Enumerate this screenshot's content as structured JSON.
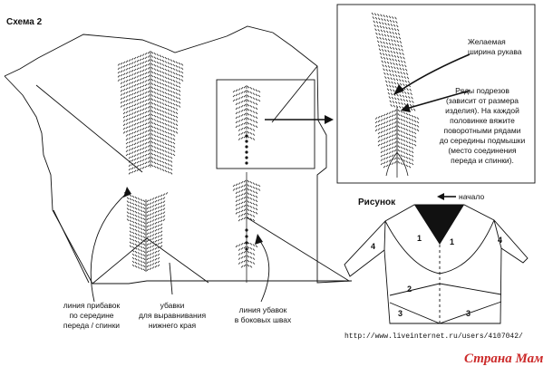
{
  "scheme": {
    "title": "Схема 2",
    "labels": {
      "increase_line": [
        "линия прибавок",
        "по середине",
        "переда / спинки"
      ],
      "decrease_hem": [
        "убавки",
        "для выравнивания",
        "нижнего края"
      ],
      "decrease_side": [
        "линия убавок",
        "в боковых швах"
      ]
    }
  },
  "zoom": {
    "sleeve_width": [
      "Желаемая",
      "ширина рукава"
    ],
    "short_rows": [
      "Ряды подрезов",
      "(зависит от размера",
      "изделия). На каждой",
      "половинке вяжите",
      "поворотными рядами",
      "до середины подмышки",
      "(место соединения",
      "переда и спинки)."
    ]
  },
  "figure": {
    "title": "Рисунок",
    "start_label": "начало",
    "numbers": {
      "left_sleeve": "4",
      "left_front": "1",
      "right_front": "1",
      "right_sleeve": "4",
      "middle": "2",
      "bottom_left": "3",
      "bottom_right": "3"
    }
  },
  "footer": {
    "url": "http://www.liveinternet.ru/users/4107042/",
    "brand": "Страна Мам"
  },
  "colors": {
    "line": "#111111",
    "brand": "#cc2a2a",
    "fill_dark": "#111111"
  }
}
